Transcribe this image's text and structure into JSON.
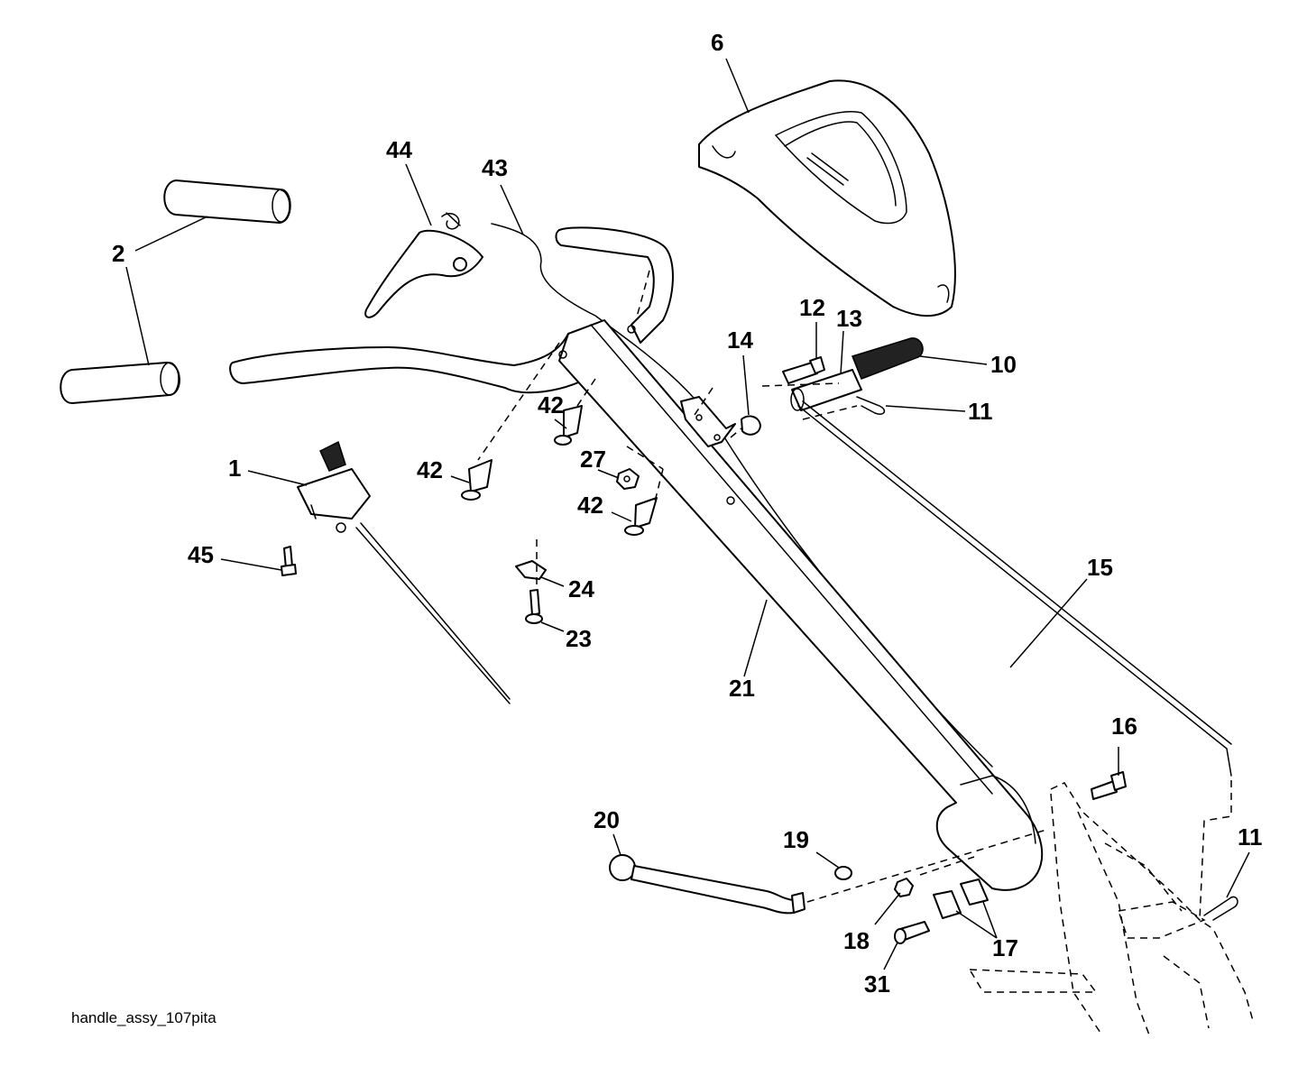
{
  "caption": "handle_assy_107pita",
  "callouts": [
    {
      "id": "c6",
      "label": "6"
    },
    {
      "id": "c44",
      "label": "44"
    },
    {
      "id": "c43",
      "label": "43"
    },
    {
      "id": "c2a",
      "label": "2"
    },
    {
      "id": "c12",
      "label": "12"
    },
    {
      "id": "c13",
      "label": "13"
    },
    {
      "id": "c14",
      "label": "14"
    },
    {
      "id": "c10",
      "label": "10"
    },
    {
      "id": "c11a",
      "label": "11"
    },
    {
      "id": "c42a",
      "label": "42"
    },
    {
      "id": "c27",
      "label": "27"
    },
    {
      "id": "c1",
      "label": "1"
    },
    {
      "id": "c42b",
      "label": "42"
    },
    {
      "id": "c42c",
      "label": "42"
    },
    {
      "id": "c45",
      "label": "45"
    },
    {
      "id": "c24",
      "label": "24"
    },
    {
      "id": "c15",
      "label": "15"
    },
    {
      "id": "c23",
      "label": "23"
    },
    {
      "id": "c21",
      "label": "21"
    },
    {
      "id": "c16",
      "label": "16"
    },
    {
      "id": "c20",
      "label": "20"
    },
    {
      "id": "c19",
      "label": "19"
    },
    {
      "id": "c11b",
      "label": "11"
    },
    {
      "id": "c18",
      "label": "18"
    },
    {
      "id": "c17",
      "label": "17"
    },
    {
      "id": "c31",
      "label": "31"
    }
  ]
}
